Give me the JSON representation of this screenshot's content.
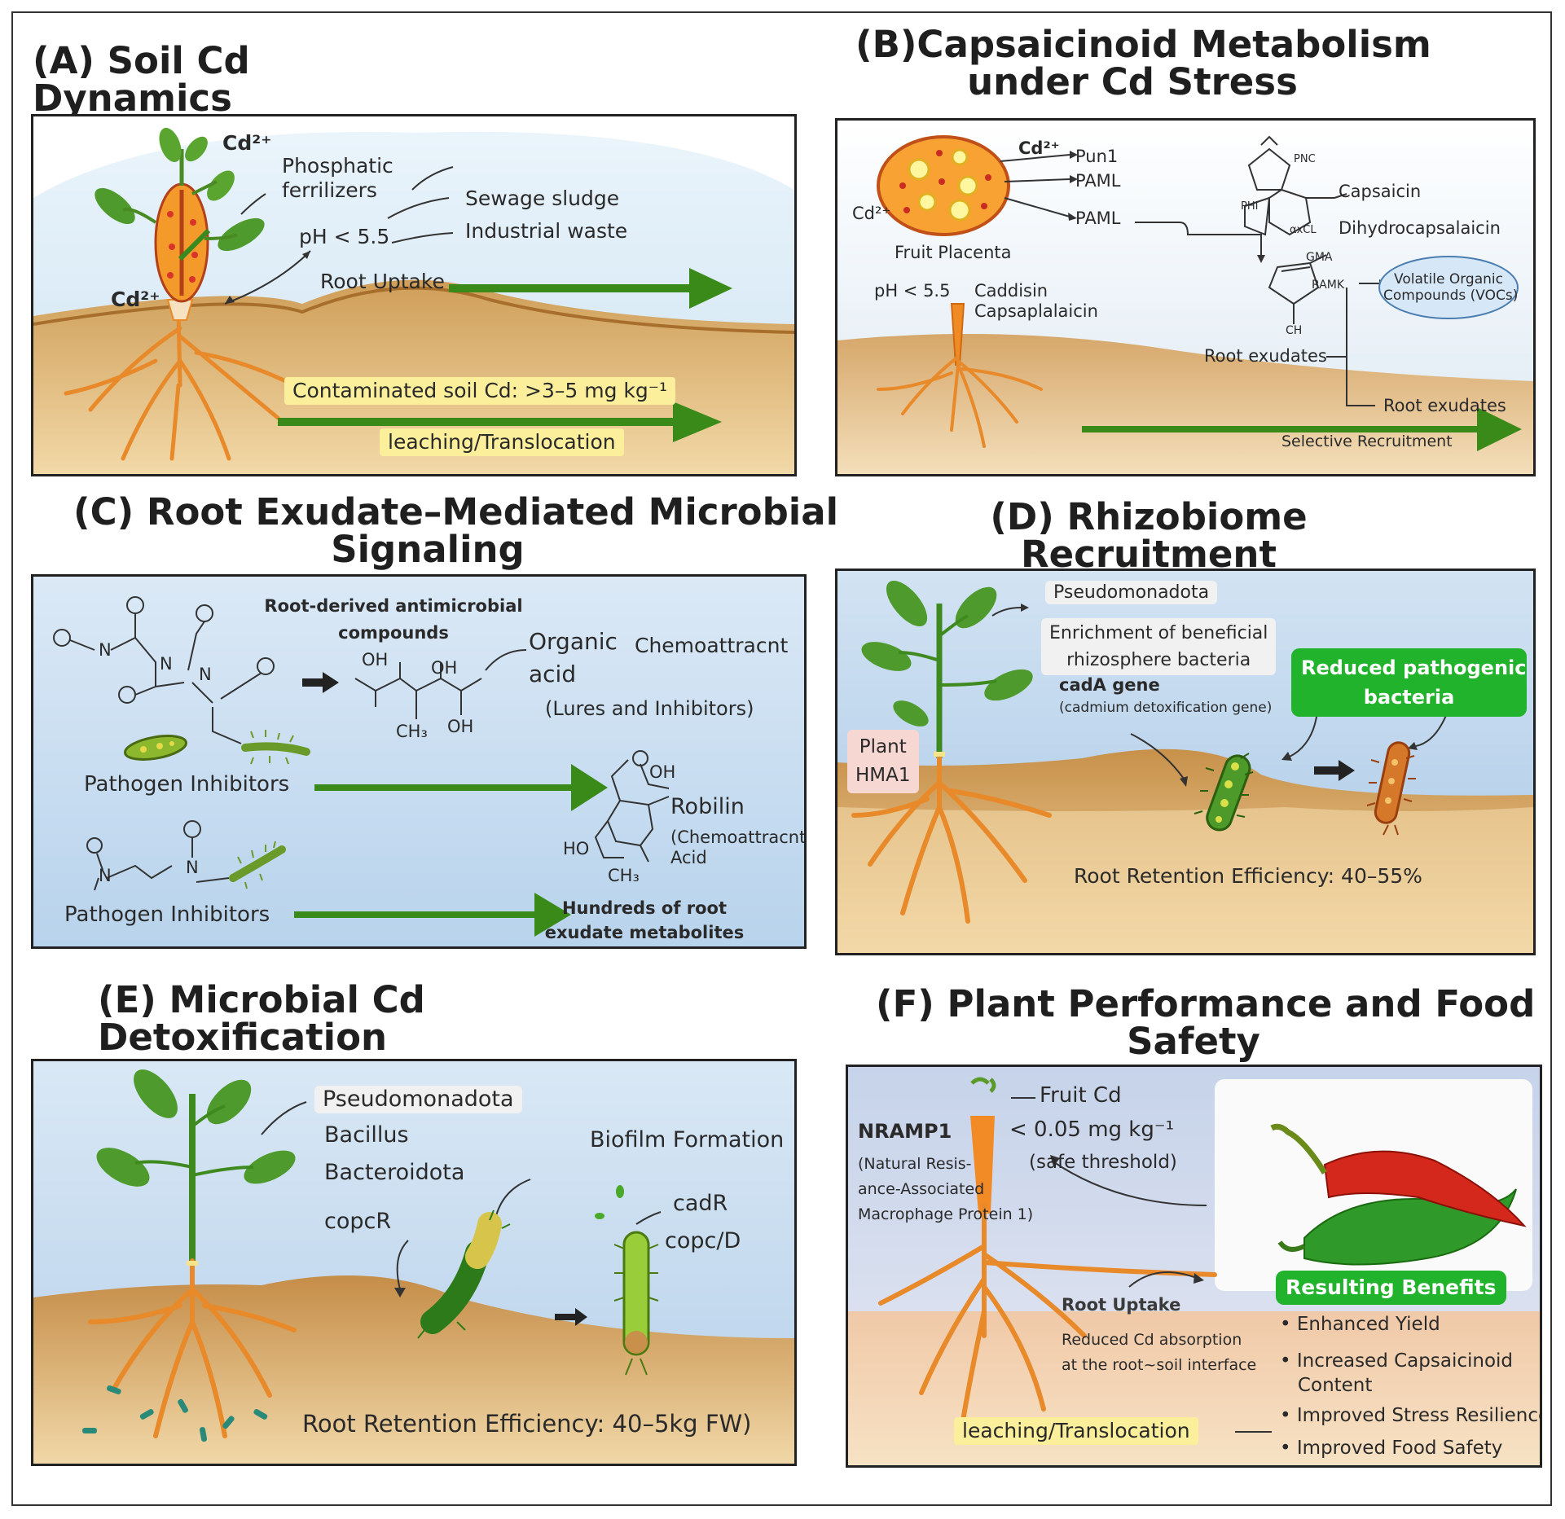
{
  "panelA": {
    "title": "(A) Soil Cd Dynamics",
    "cd_top": "Cd²⁺",
    "cd_left": "Cd²⁺",
    "fertilizers": "Phosphatic\nferrilizers",
    "sewage": "Sewage sludge",
    "ph": "pH < 5.5",
    "industrial": "Industrial waste",
    "root_uptake": "Root Uptake",
    "contaminated": "Contaminated soil Cd: >3–5 mg kg⁻¹",
    "leaching": "leaching/Translocation"
  },
  "panelB": {
    "title": "(B)Capsaicinoid Metabolism\nunder Cd Stress",
    "cd_top": "Cd²⁺",
    "cd_left": "Cd²⁺",
    "pun1": "Pun1",
    "paml1": "PAML",
    "paml2": "PAML",
    "fruit_placenta": "Fruit Placenta",
    "ph": "pH < 5.5",
    "caddisin": "Caddisin\nCapsaplalaicin",
    "pnc": "PNC",
    "phi": "PHI",
    "xcl": "αxCL",
    "capsaicin": "Capsaicin",
    "dihydro": "Dihydrocapsalaicin",
    "gma": "GMA",
    "ramk": "RAMK",
    "ch": "CH",
    "voc": "Volatile Organic\nCompounds (VOCs)",
    "root_exudates1": "Root exudates",
    "root_exudates2": "Root exudates",
    "selective": "Selective Recruitment"
  },
  "panelC": {
    "title": "(C) Root Exudate–Mediated Microbial\nSignaling",
    "root_derived": "Root-derived antimicrobial\ncompounds",
    "organic": "Organic\nacid",
    "chemo": "Chemoattracnt",
    "lures": "(Lures and Inhibitors)",
    "oh1": "OH",
    "oh2": "OH",
    "oh3": "OH",
    "ch3a": "CH₃",
    "pathogen1": "Pathogen Inhibitors",
    "robilin": "Robilin",
    "robilin_sub": "(Chemoattracnt\nAcid",
    "oh4": "OH",
    "ho": "HO",
    "ch3b": "CH₃",
    "pathogen2": "Pathogen Inhibitors",
    "hundreds": "Hundreds of root\nexudate metabolites",
    "n1": "N",
    "n2": "N",
    "n3": "N",
    "n4": "N",
    "n5": "N"
  },
  "panelD": {
    "title": "(D) Rhizobiome Recruitment",
    "pseudo": "Pseudomonadota",
    "enrichment": "Enrichment of beneficial\nrhizosphere bacteria",
    "cada": "cadA gene",
    "cada_sub": "(cadmium detoxification gene)",
    "reduced": "Reduced pathogenic\nbacteria",
    "plant": "Plant\nHMA1",
    "retention": "Root Retention Efficiency: 40–55%"
  },
  "panelE": {
    "title": "(E) Microbial Cd Detoxification",
    "pseudo": "Pseudomonadota",
    "bacillus": "Bacillus",
    "bacteroidota": "Bacteroidota",
    "copcr": "copcR",
    "biofilm": "Biofilm Formation",
    "cadr": "cadR",
    "copcd": "copc/D",
    "retention": "Root Retention Efficiency: 40–5kg FW)"
  },
  "panelF": {
    "title": "(F) Plant Performance and Food\nSafety",
    "fruit_cd": "Fruit Cd",
    "threshold": "< 0.05 mg kg⁻¹",
    "safe": "(safe threshold)",
    "nramp": "NRAMP1",
    "nramp_sub": "(Natural Resis-\nance-Associated\nMacrophage Protein 1)",
    "root_uptake": "Root Uptake",
    "reduced": "Reduced Cd absorption\nat the root~soil interface",
    "leaching": "leaching/Translocation",
    "benefits_title": "Resulting Benefits",
    "benefits": [
      "• Enhanced Yield",
      "• Increased Capsaicinoid\n   Content",
      "• Improved Stress Resilience",
      "• Improved Food Safety"
    ]
  }
}
